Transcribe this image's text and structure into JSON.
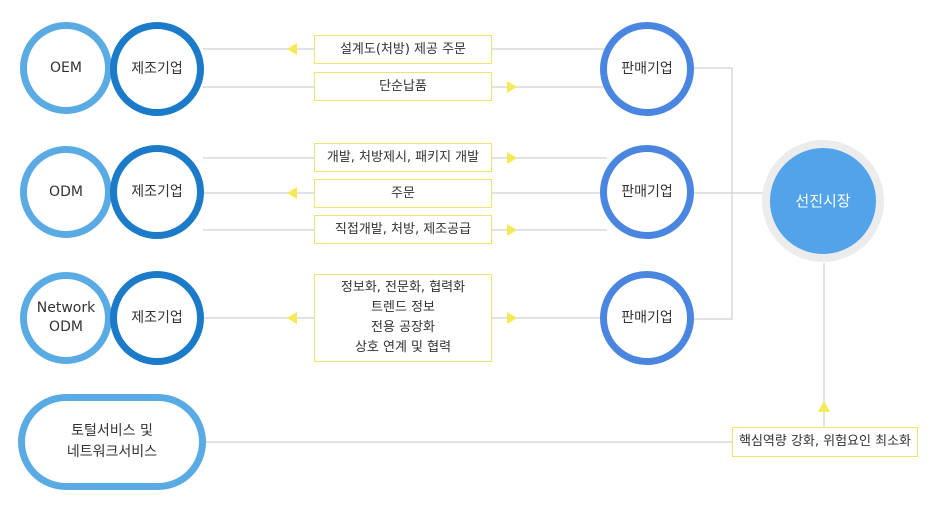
{
  "manufacturer_label": "제조기업",
  "seller_label": "판매기업",
  "market_label": "선진시장",
  "rows": {
    "oem": {
      "model": "OEM",
      "flows": [
        "설계도(처방) 제공 주문",
        "단순납품"
      ]
    },
    "odm": {
      "model": "ODM",
      "flows": [
        "개발, 처방제시, 패키지 개발",
        "주문",
        "직접개발, 처방, 제조공급"
      ]
    },
    "network_odm": {
      "model_lines": [
        "Network",
        "ODM"
      ],
      "flow_lines": [
        "정보화, 전문화, 협력화",
        "트렌드 정보",
        "전용 공장화",
        "상호 연계 및 협력"
      ]
    }
  },
  "total_service": {
    "lines": [
      "토털서비스 및",
      "네트워크서비스"
    ]
  },
  "bottom_label": "핵심역량 강화, 위험요인 최소화",
  "colors": {
    "light_blue": "#5aaae3",
    "dark_blue": "#1b7bc9",
    "seller_blue": "#4a86e0",
    "market_fill": "#53a3ea",
    "arrow_yellow": "#f5ea55",
    "label_border": "#f0e56a",
    "line_gray": "#d8d8d8"
  }
}
